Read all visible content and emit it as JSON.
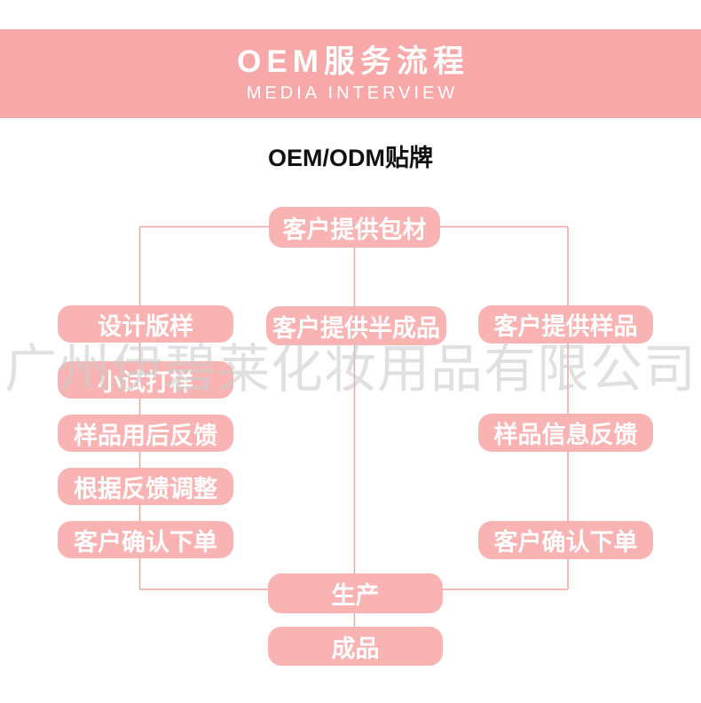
{
  "banner": {
    "title": "OEM服务流程",
    "subtitle": "MEDIA INTERVIEW"
  },
  "section_title": "OEM/ODM贴牌",
  "watermark": "广州伊碧莱化妆用品有限公司",
  "colors": {
    "banner_bg": "#f8a8a8",
    "node_bg": "#f9b3b3",
    "node_text": "#ffffff",
    "line": "#f2a2a2",
    "watermark": "#cccccc",
    "heading_text": "#111111"
  },
  "flowchart": {
    "type": "flowchart",
    "top": {
      "label": "客户提供包材"
    },
    "middle": {
      "label": "客户提供半成品"
    },
    "left": [
      {
        "label": "设计版样"
      },
      {
        "label": "小试打样"
      },
      {
        "label": "样品用后反馈"
      },
      {
        "label": "根据反馈调整"
      },
      {
        "label": "客户确认下单"
      }
    ],
    "right": [
      {
        "label": "客户提供样品"
      },
      {
        "label": "样品信息反馈"
      },
      {
        "label": "客户确认下单"
      }
    ],
    "bottom": [
      {
        "label": "生产"
      },
      {
        "label": "成品"
      }
    ]
  }
}
